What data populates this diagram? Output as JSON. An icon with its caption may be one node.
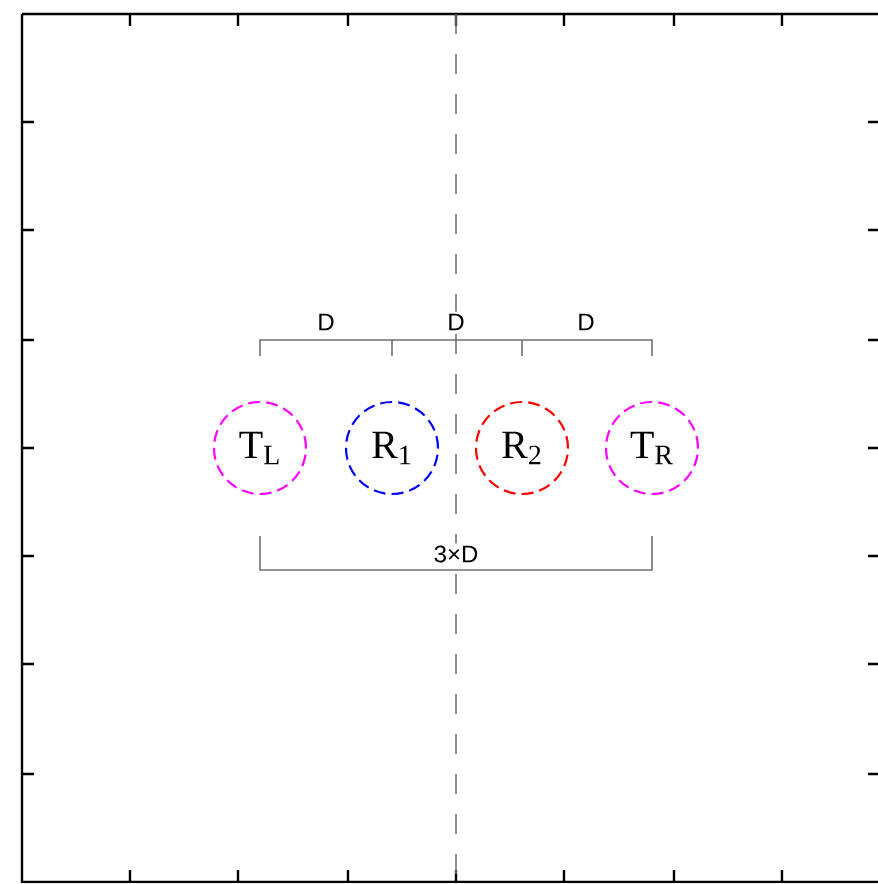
{
  "diagram": {
    "nodes": [
      {
        "text": [
          "T$_{L}$"
        ]
      },
      {
        "text": [
          "R$_{1}$"
        ]
      },
      {
        "text": [
          "R$_{2}$"
        ]
      },
      {
        "text": [
          "T$_{R}$"
        ]
      }
    ],
    "labels": [
      "D",
      "D",
      "D",
      "3×D"
    ]
  }
}
